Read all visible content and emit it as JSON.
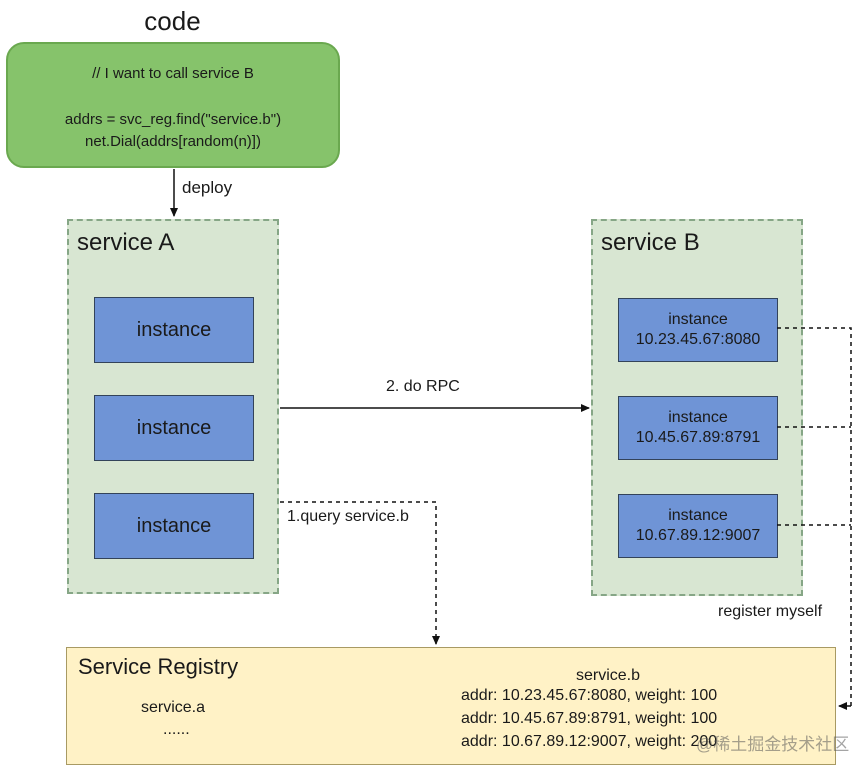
{
  "code": {
    "title": "code",
    "lines": [
      "// I want to call service B",
      "addrs = svc_reg.find(\"service.b\")",
      "net.Dial(addrs[random(n)])"
    ]
  },
  "arrows": {
    "deploy": "deploy",
    "do_rpc": "2. do RPC",
    "query": "1.query service.b",
    "register": "register myself"
  },
  "service_a": {
    "title": "service A",
    "instances": [
      "instance",
      "instance",
      "instance"
    ]
  },
  "service_b": {
    "title": "service B",
    "instances": [
      {
        "label": "instance",
        "addr": "10.23.45.67:8080"
      },
      {
        "label": "instance",
        "addr": "10.45.67.89:8791"
      },
      {
        "label": "instance",
        "addr": "10.67.89.12:9007"
      }
    ]
  },
  "registry": {
    "title": "Service Registry",
    "service_a": "service.a",
    "ellipsis": "......",
    "service_b": "service.b",
    "entries": [
      "addr: 10.23.45.67:8080, weight: 100",
      "addr: 10.45.67.89:8791, weight: 100",
      "addr: 10.67.89.12:9007, weight: 200"
    ]
  },
  "watermark": "@稀土掘金技术社区",
  "colors": {
    "code_fill": "#86c36b",
    "service_fill": "#d8e6d2",
    "instance_fill": "#6f94d6",
    "registry_fill": "#fff2c6"
  }
}
